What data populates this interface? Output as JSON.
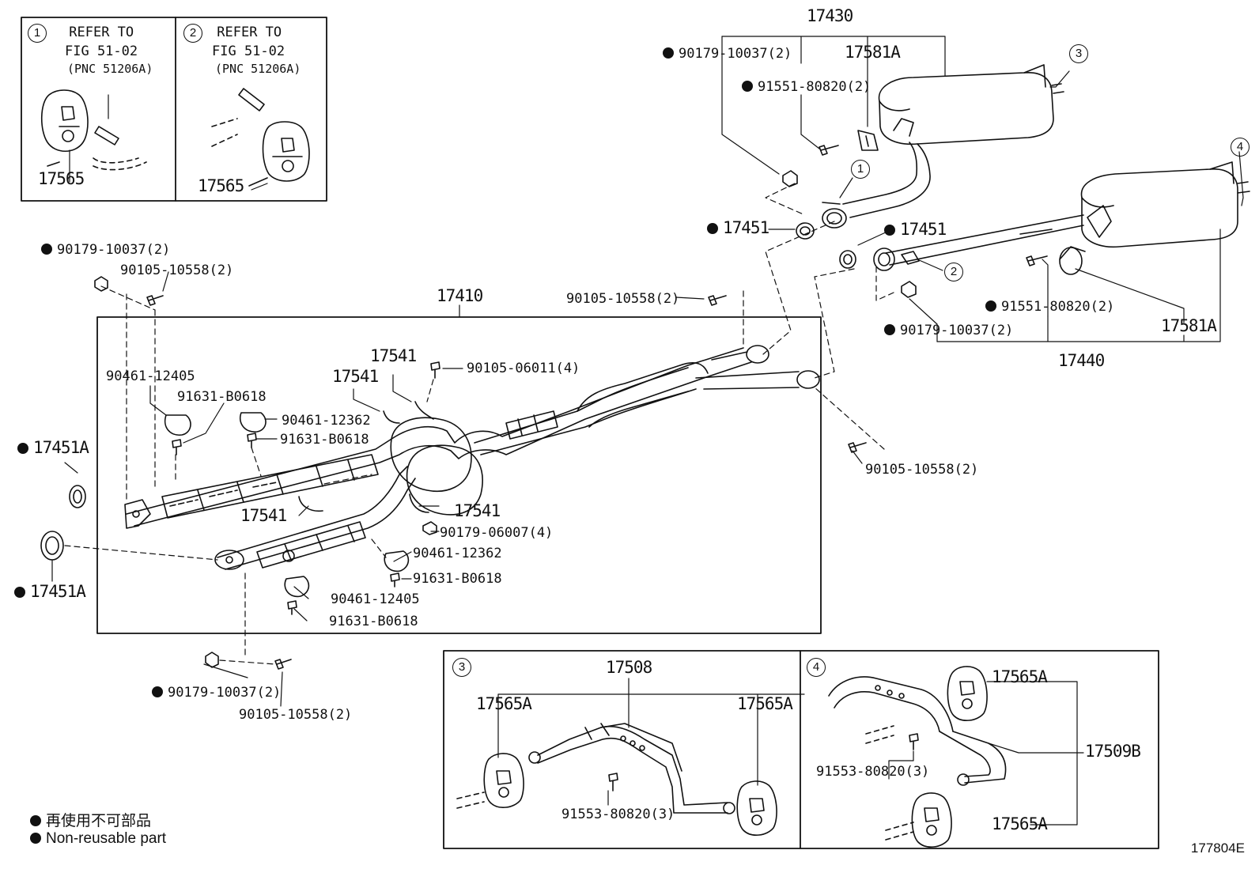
{
  "panels": {
    "ref1": {
      "num": "1",
      "line1": "REFER TO",
      "line2": "FIG 51-02",
      "line3": "(PNC 51206A)",
      "part": "17565"
    },
    "ref2": {
      "num": "2",
      "line1": "REFER TO",
      "line2": "FIG 51-02",
      "line3": "(PNC 51206A)",
      "part": "17565"
    },
    "bracket3": {
      "num": "3",
      "assembly": "17508",
      "insulatorL": "17565A",
      "insulatorR": "17565A",
      "bolt": "91553-80820(3)"
    },
    "bracket4": {
      "num": "4",
      "assembly": "17509B",
      "insulatorTop": "17565A",
      "insulatorBottom": "17565A",
      "bolt": "91553-80820(3)"
    }
  },
  "callouts": {
    "c3": "3",
    "c4": "4",
    "c1": "1",
    "c2": "2"
  },
  "labels": {
    "l17430": "17430",
    "l17581a_top": "17581A",
    "l90179_top": "90179-10037(2)",
    "l91551_top": "91551-80820(2)",
    "l17451_left": "17451",
    "l17451_right": "17451",
    "l91551_mid": "91551-80820(2)",
    "l90179_mid": "90179-10037(2)",
    "l17581a_mid": "17581A",
    "l17440": "17440",
    "l90179_upleft": "90179-10037(2)",
    "l90105_upleft": "90105-10558(2)",
    "l17410": "17410",
    "l90105_center": "90105-10558(2)",
    "l90461_a": "90461-12405",
    "l91631_a": "91631-B0618",
    "l17541_a": "17541",
    "l17541_b": "17541",
    "l90105_06011": "90105-06011(4)",
    "l90461_b": "90461-12362",
    "l91631_b": "91631-B0618",
    "l17451a_top": "17451A",
    "l17451a_bot": "17451A",
    "l17541_c": "17541",
    "l17541_d": "17541",
    "l90179_06007": "90179-06007(4)",
    "l90461_c": "90461-12362",
    "l91631_c": "91631-B0618",
    "l90461_d": "90461-12405",
    "l91631_d": "91631-B0618",
    "l90105_right": "90105-10558(2)",
    "l90179_bot": "90179-10037(2)",
    "l90105_bot": "90105-10558(2)"
  },
  "legend": {
    "jp": "再使用不可部品",
    "en": "Non-reusable part"
  },
  "figure_id": "177804E"
}
